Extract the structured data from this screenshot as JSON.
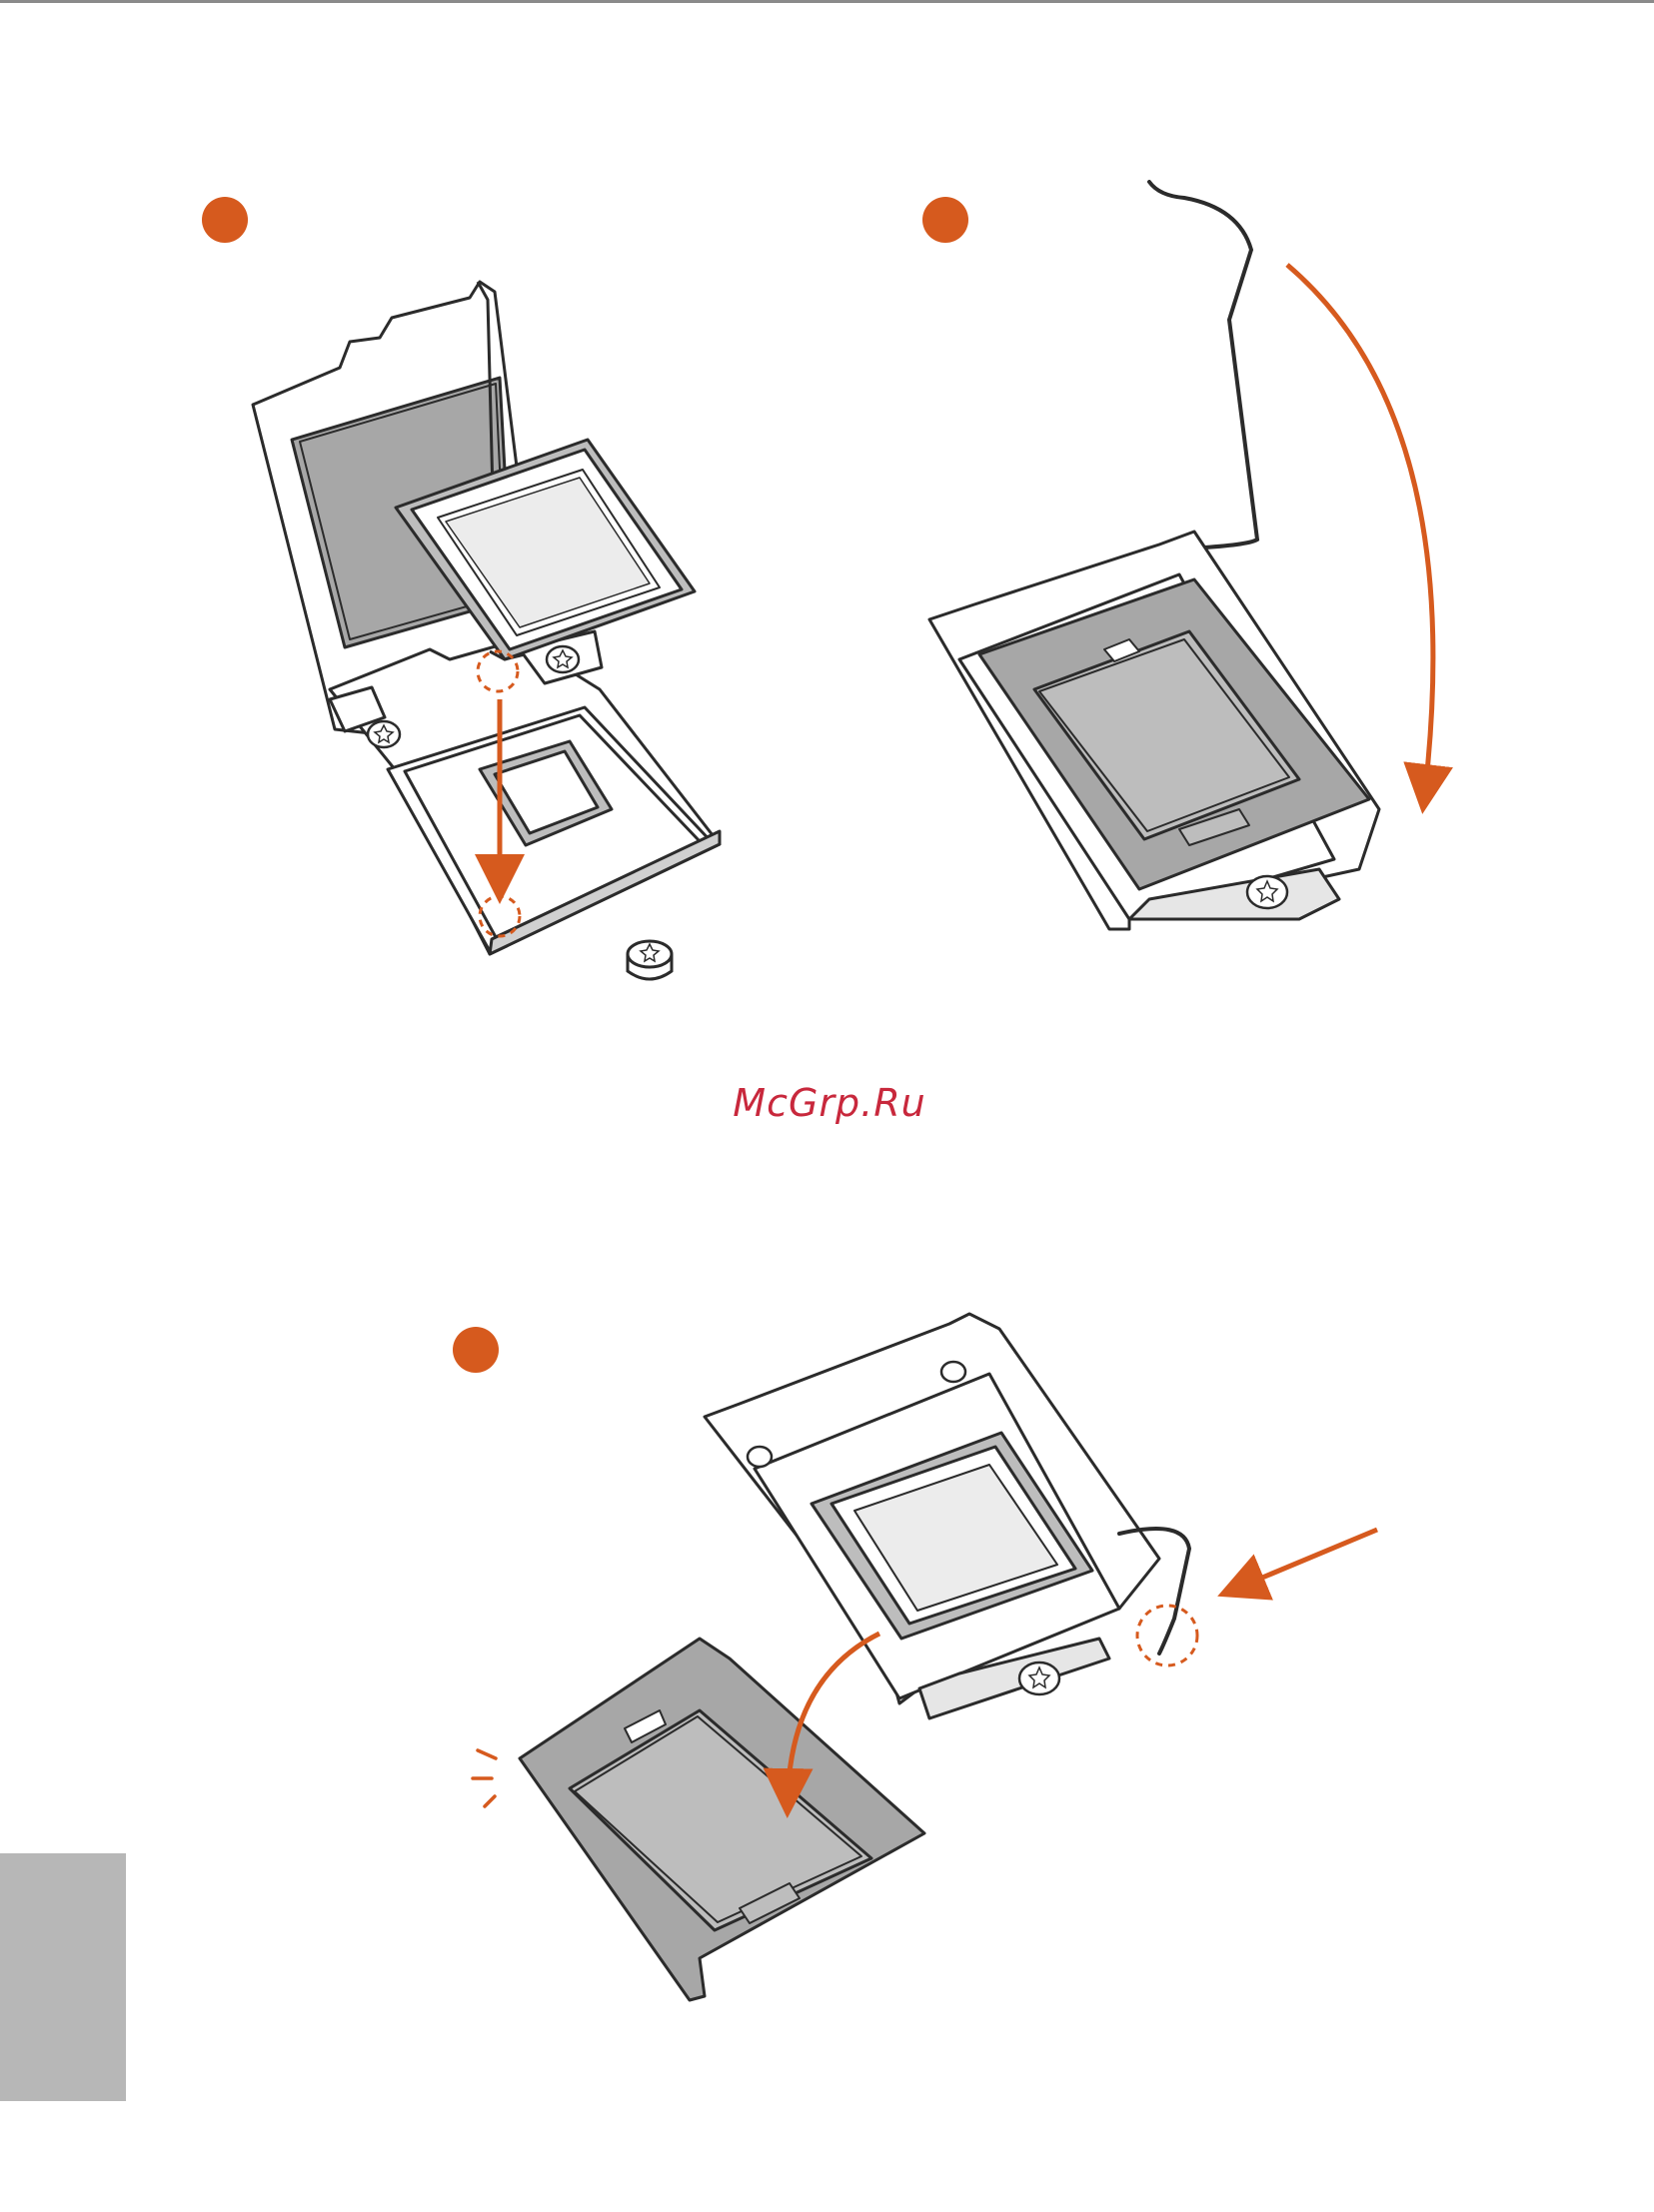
{
  "watermark": "McGrp.Ru",
  "colors": {
    "accent": "#d65a1e",
    "line": "#2b2b2b",
    "fill_dark": "#a7a7a7",
    "fill_mid": "#bdbdbd",
    "fill_light": "#ececec",
    "side_tab": "#b7b7b7",
    "watermark": "#c8283c"
  },
  "steps": [
    {
      "id": "step-1",
      "marker": "step-dot",
      "description_visible": false
    },
    {
      "id": "step-2",
      "marker": "step-dot",
      "description_visible": false
    },
    {
      "id": "step-3",
      "marker": "step-dot",
      "description_visible": false
    }
  ],
  "icons": [
    "cpu-socket-icon",
    "cpu-chip-icon",
    "load-plate-icon",
    "load-lever-icon",
    "socket-cover-icon",
    "screw-icon",
    "arrow-icon",
    "alignment-notch-marker"
  ]
}
